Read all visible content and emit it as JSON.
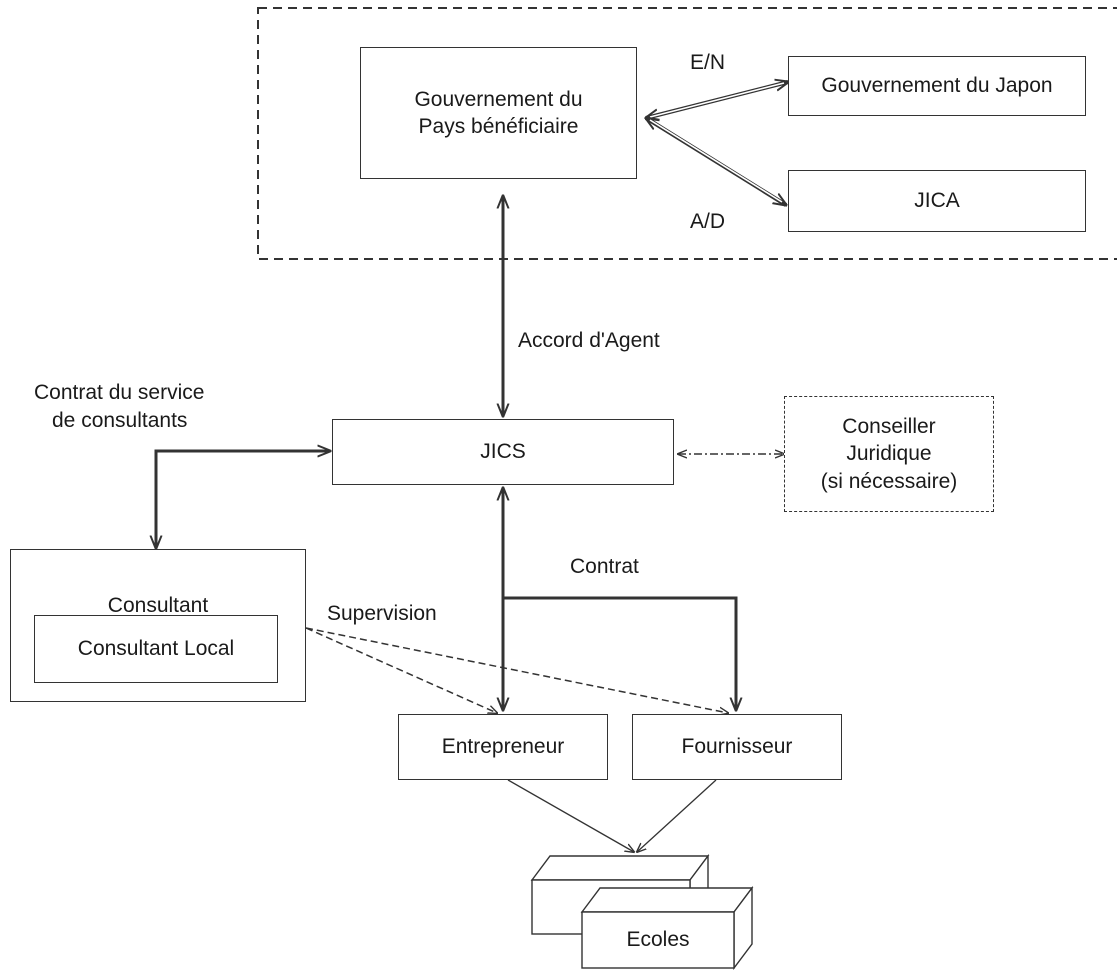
{
  "nodes": {
    "beneficiary_gov": {
      "line1": "Gouvernement du",
      "line2": "Pays bénéficiaire"
    },
    "japan_gov": "Gouvernement du Japon",
    "jica": "JICA",
    "jics": "JICS",
    "legal_advisor": {
      "line1": "Conseiller",
      "line2": "Juridique",
      "line3": "(si nécessaire)"
    },
    "consultant": "Consultant",
    "local_consultant": "Consultant Local",
    "contractor": "Entrepreneur",
    "supplier": "Fournisseur",
    "schools": "Ecoles"
  },
  "edge_labels": {
    "en": "E/N",
    "ad": "A/D",
    "agent_agreement": "Accord d'Agent",
    "consultant_contract": {
      "line1": "Contrat du service",
      "line2": "de consultants"
    },
    "contract": "Contrat",
    "supervision": "Supervision"
  }
}
